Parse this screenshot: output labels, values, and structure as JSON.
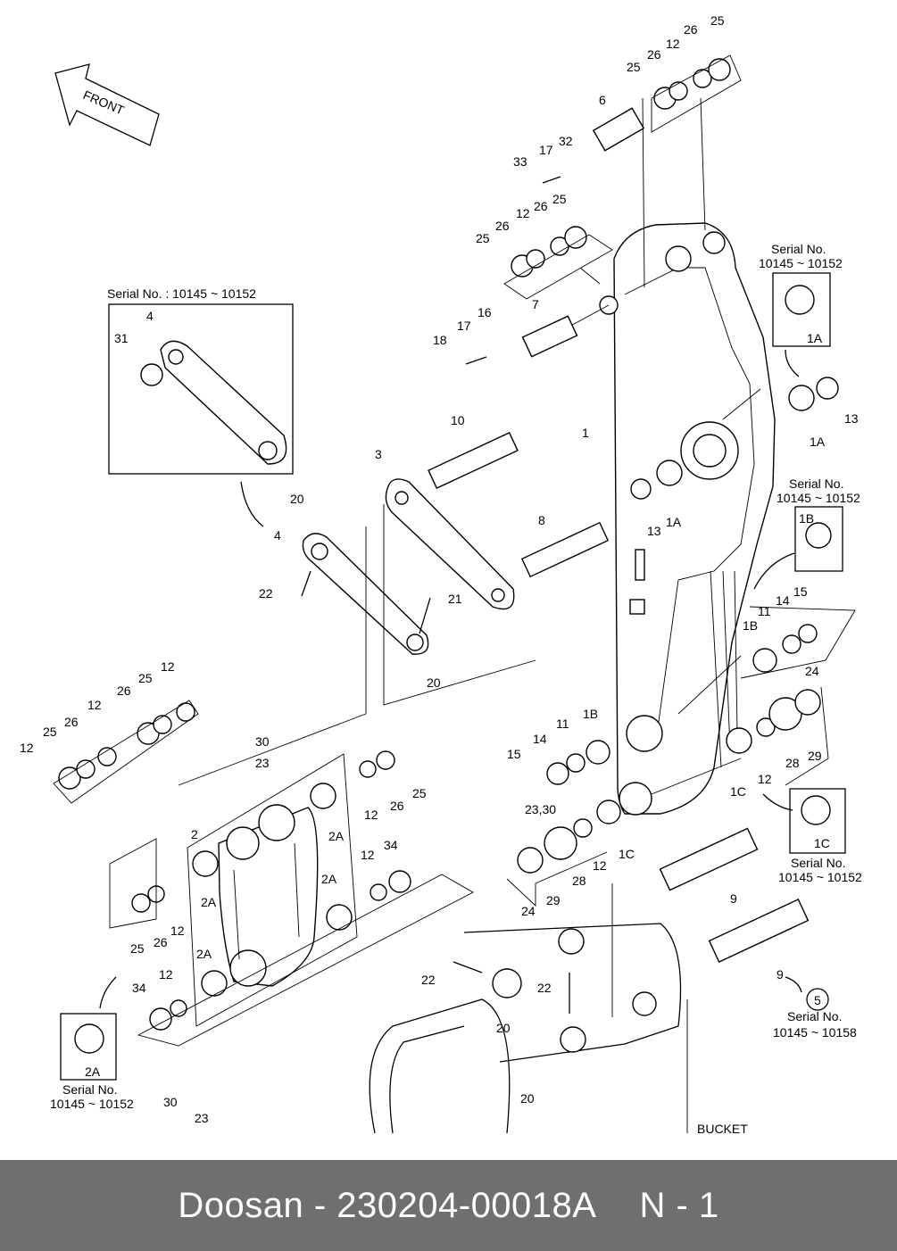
{
  "front_label": "FRONT",
  "bucket_label": "BUCKET",
  "callouts": [
    "1",
    "1A",
    "1A",
    "1A",
    "1B",
    "1B",
    "1C",
    "1C",
    "2",
    "2A",
    "2A",
    "2A",
    "2A",
    "3",
    "4",
    "4",
    "5",
    "6",
    "7",
    "8",
    "9",
    "9",
    "10",
    "11",
    "11",
    "12",
    "13",
    "14",
    "15",
    "16",
    "17",
    "18",
    "20",
    "21",
    "22",
    "23",
    "24",
    "25",
    "26",
    "28",
    "29",
    "30",
    "31",
    "32",
    "33",
    "34",
    "23,30"
  ],
  "serial_boxes": [
    {
      "label": "Serial No. : 10145 ~ 10152"
    },
    {
      "label": "Serial No.",
      "range": "10145 ~ 10152"
    },
    {
      "label": "Serial No.",
      "range": "10145 ~ 10158"
    }
  ],
  "footer": {
    "brand": "Doosan",
    "separator": "-",
    "part_number": "230204-00018A",
    "page": "N - 1"
  }
}
